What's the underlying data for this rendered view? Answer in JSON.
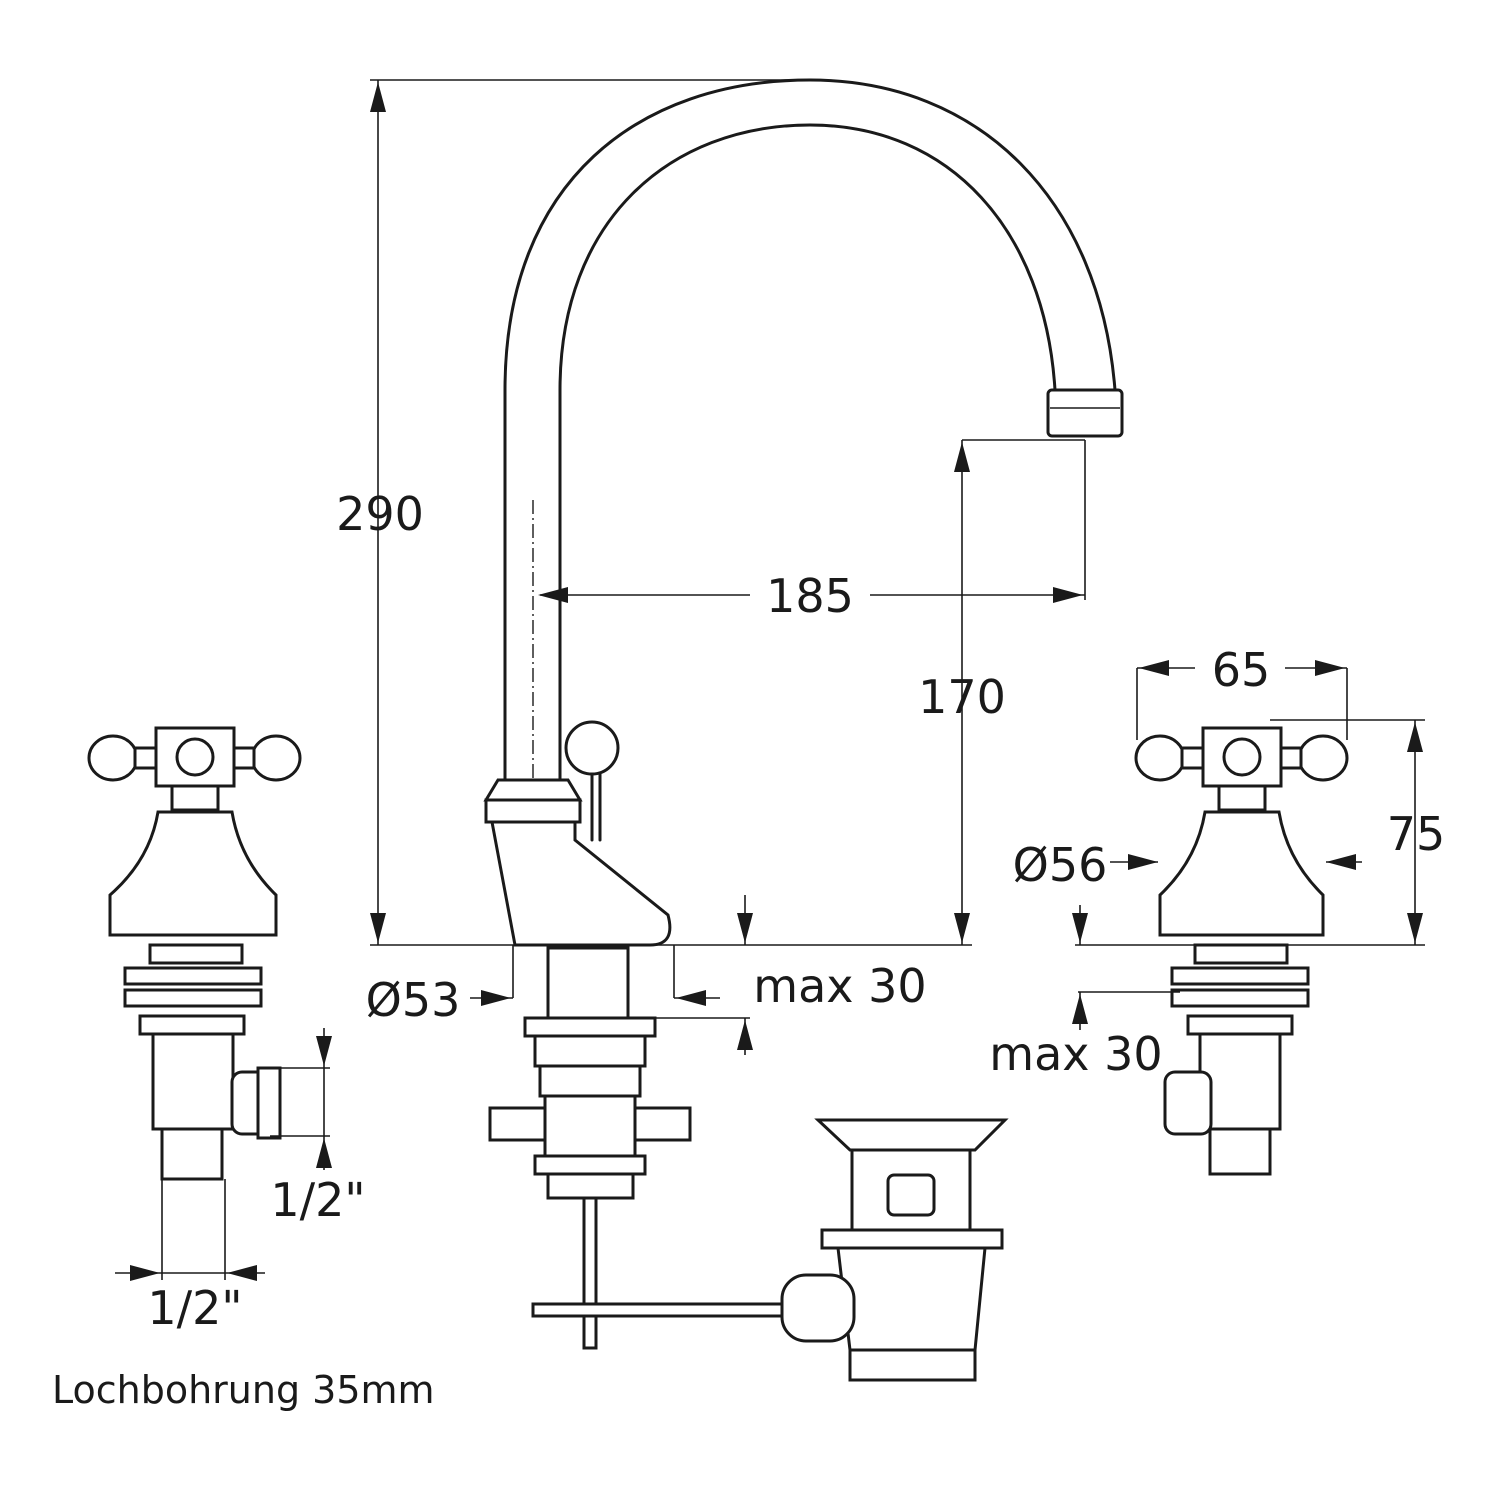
{
  "dimensions": {
    "total_height": "290",
    "spout_reach": "185",
    "spout_height": "170",
    "handle_width": "65",
    "handle_height": "75",
    "handle_base_diameter": "Ø56",
    "spout_base_diameter": "Ø53",
    "max_thickness_center": "max 30",
    "max_thickness_right": "max 30",
    "connection_side": "1/2\"",
    "connection_bottom": "1/2\""
  },
  "note": "Lochbohrung 35mm"
}
